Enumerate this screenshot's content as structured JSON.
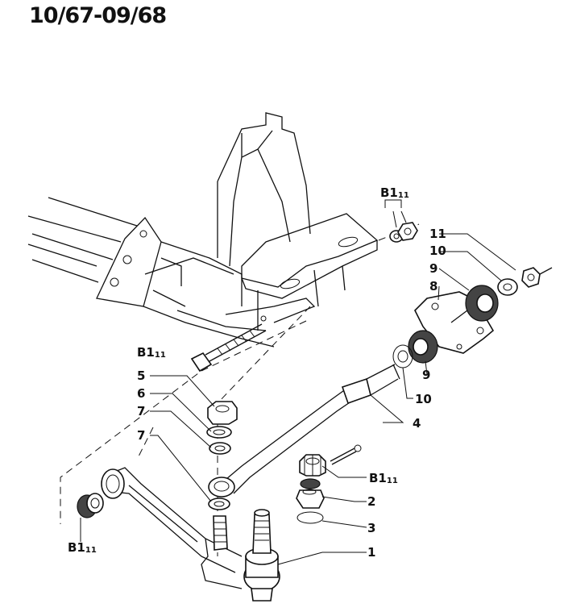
{
  "title": "10/67-09/68",
  "labels": {
    "b1_top": "B1",
    "b1_top_sub": "11",
    "b1_bolt": "B1",
    "b1_bolt_sub": "11",
    "b1_pin": "B1",
    "b1_pin_sub": "11",
    "b1_bush": "B1",
    "b1_bush_sub": "11",
    "p1": "1",
    "p2": "2",
    "p3": "3",
    "p4": "4",
    "p5": "5",
    "p6": "6",
    "p7a": "7",
    "p7b": "7",
    "p8": "8",
    "p9a": "9",
    "p9b": "9",
    "p10a": "10",
    "p10b": "10",
    "p11": "11"
  }
}
